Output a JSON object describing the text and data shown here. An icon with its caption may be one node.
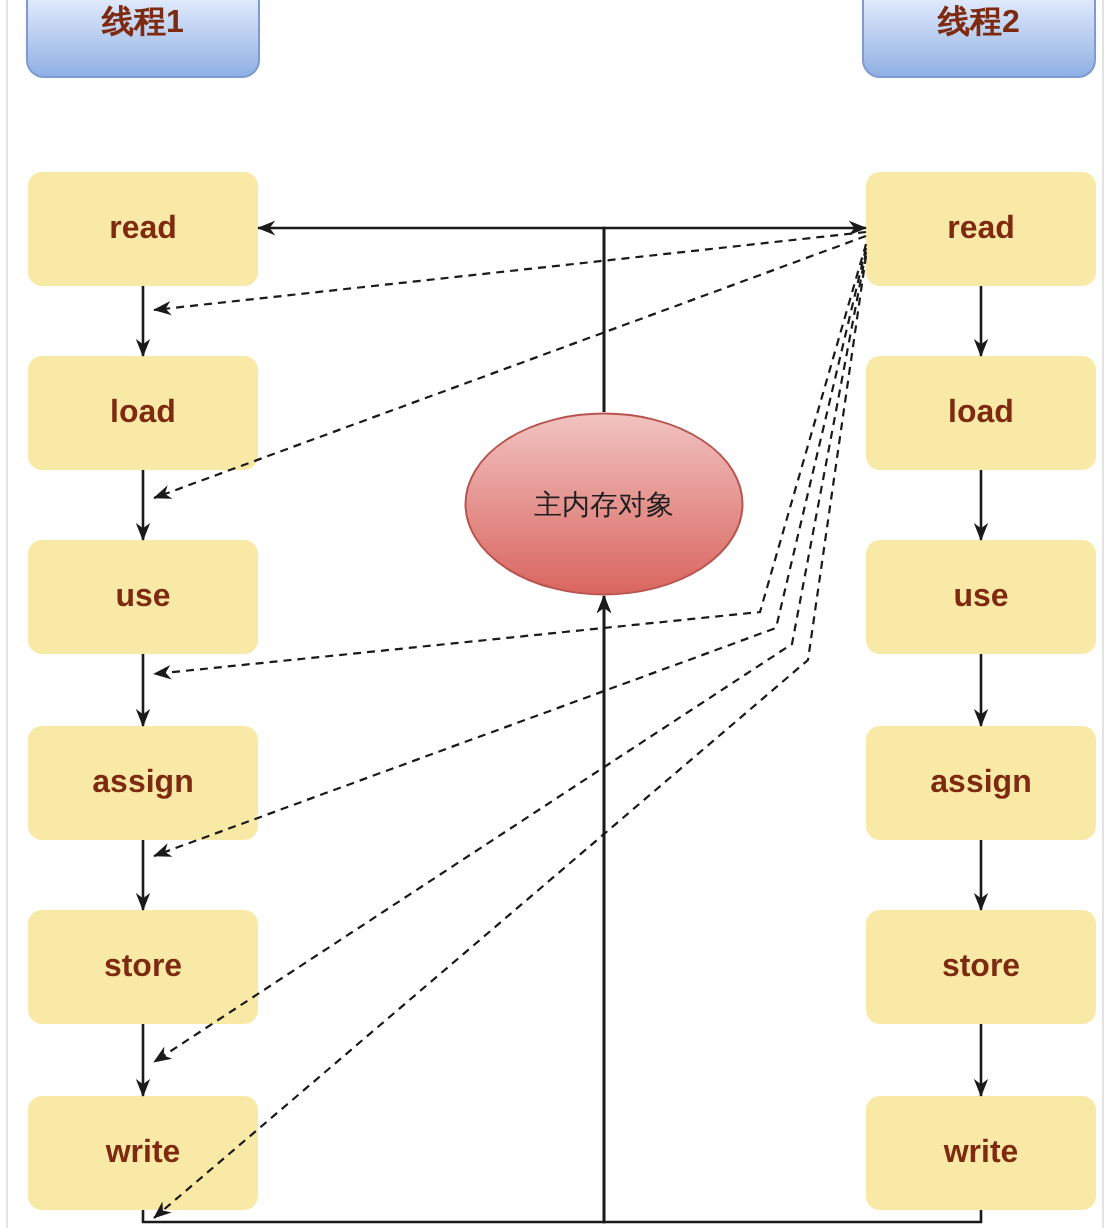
{
  "diagram": {
    "nodes": [
      {
        "text": [
          "线程1"
        ]
      },
      {
        "text": [
          "线程2"
        ]
      },
      {
        "text": [
          "read"
        ]
      },
      {
        "text": [
          "read"
        ]
      },
      {
        "text": [
          "load"
        ]
      },
      {
        "text": [
          "load"
        ]
      },
      {
        "text": [
          "主内存对象"
        ]
      },
      {
        "text": [
          "use"
        ]
      },
      {
        "text": [
          "use"
        ]
      },
      {
        "text": [
          "assign"
        ]
      },
      {
        "text": [
          "assign"
        ]
      },
      {
        "text": [
          "store"
        ]
      },
      {
        "text": [
          "store"
        ]
      },
      {
        "text": [
          "write"
        ]
      },
      {
        "text": [
          "write"
        ]
      }
    ],
    "edges": [
      {
        "from": 6,
        "to": 2,
        "arrow": "to"
      },
      {
        "from": 6,
        "to": 3,
        "arrow": "to"
      },
      {
        "from": 2,
        "to": 4,
        "arrow": "to"
      },
      {
        "from": 4,
        "to": 7,
        "arrow": "to"
      },
      {
        "from": 7,
        "to": 9,
        "arrow": "to"
      },
      {
        "from": 9,
        "to": 11,
        "arrow": "to"
      },
      {
        "from": 11,
        "to": 13,
        "arrow": "to"
      },
      {
        "from": 3,
        "to": 5,
        "arrow": "to"
      },
      {
        "from": 5,
        "to": 8,
        "arrow": "to"
      },
      {
        "from": 8,
        "to": 10,
        "arrow": "to"
      },
      {
        "from": 10,
        "to": 12,
        "arrow": "to"
      },
      {
        "from": 12,
        "to": 14,
        "arrow": "to"
      },
      {
        "from": 13,
        "to": 6,
        "arrow": "to"
      },
      {
        "from": 14,
        "to": 6,
        "arrow": "to"
      },
      {
        "from": 3,
        "to": 2,
        "arrow": "to",
        "style": "dashed"
      },
      {
        "from": 3,
        "to": 4,
        "arrow": "to",
        "style": "dashed"
      },
      {
        "from": 3,
        "to": 7,
        "arrow": "to",
        "style": "dashed"
      },
      {
        "from": 3,
        "to": 9,
        "arrow": "to",
        "style": "dashed"
      },
      {
        "from": 3,
        "to": 11,
        "arrow": "to",
        "style": "dashed"
      },
      {
        "from": 3,
        "to": 13,
        "arrow": "to",
        "style": "dashed"
      }
    ]
  }
}
